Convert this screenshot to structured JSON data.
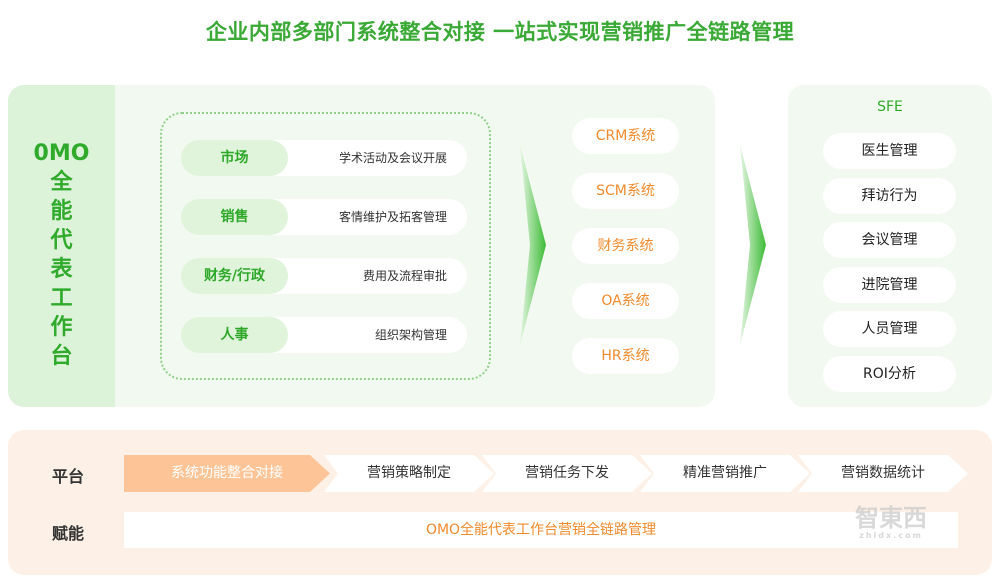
{
  "title": "企业内部多部门系统整合对接  一站式实现营销推广全链路管理",
  "left_panel": {
    "name_lines": [
      "0MO",
      "全",
      "能",
      "代",
      "表",
      "工",
      "作",
      "台"
    ],
    "departments": [
      {
        "label": "市场",
        "desc": "学术活动及会议开展"
      },
      {
        "label": "销售",
        "desc": "客情维护及拓客管理"
      },
      {
        "label": "财务/行政",
        "desc": "费用及流程审批"
      },
      {
        "label": "人事",
        "desc": "组织架构管理"
      }
    ]
  },
  "systems": [
    "CRM系统",
    "SCM系统",
    "财务系统",
    "OA系统",
    "HR系统"
  ],
  "sfe": {
    "title": "SFE",
    "items": [
      "医生管理",
      "拜访行为",
      "会议管理",
      "进院管理",
      "人员管理",
      "ROI分析"
    ]
  },
  "bottom": {
    "platform_label": "平台",
    "steps": [
      "系统功能整合对接",
      "营销策略制定",
      "营销任务下发",
      "精准营销推广",
      "营销数据统计"
    ],
    "enable_label": "赋能",
    "enable_text": "OMO全能代表工作台营销全链路管理"
  },
  "watermark": {
    "text": "智東西",
    "sub": "zhidx.com"
  },
  "colors": {
    "green": "#3aa935",
    "orange": "#f08a2c",
    "active_step": "#fdc597"
  }
}
